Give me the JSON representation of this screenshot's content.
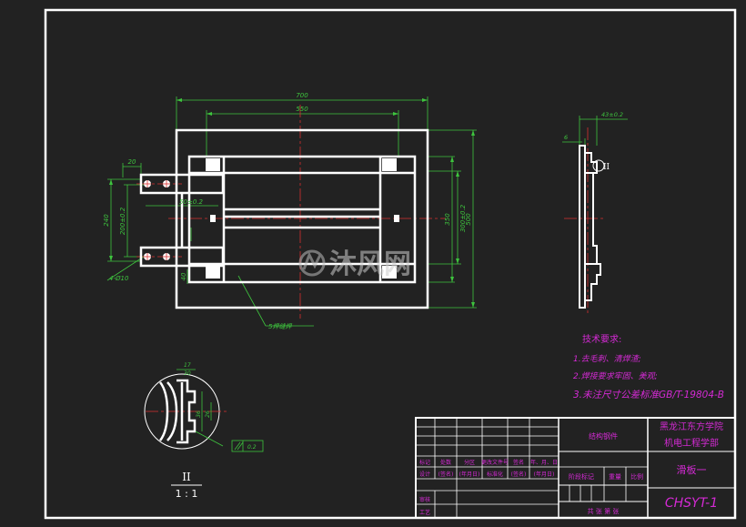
{
  "dimensions": {
    "overall_width": "700",
    "inner_width": "550",
    "left_offset": "20",
    "hole_spacing": "50±0.2",
    "outer_height": "500",
    "inner_height": "350",
    "slot_height": "300±0.2",
    "hole_span": "200±0.2",
    "left_height": "240",
    "bottom_gap": "40",
    "hole_callout": "4-Ø10",
    "weld_note": "5焊缝焊",
    "side_thickness": "43±0.2",
    "side_lip": "6",
    "detail_a": "17",
    "detail_b": "30",
    "detail_c": "36",
    "detail_d": "26",
    "tolerance_value": "0.2"
  },
  "view_labels": {
    "side_marker": "II",
    "detail_roman": "II",
    "detail_scale": "1 : 1"
  },
  "tech_requirements": {
    "title": "技术要求:",
    "items": [
      "1.去毛刺、清焊渣;",
      "2.焊接要求牢固、美观;",
      "3.未注尺寸公差标准GB/T-19804-B"
    ]
  },
  "title_block": {
    "material": "结构钢件",
    "school": "黑龙江东方学院",
    "department": "机电工程学部",
    "part_name": "滑板一",
    "drawing_no": "CHSYT-1",
    "row_labels_1": [
      "标记",
      "处数",
      "分区",
      "更改文件号",
      "签名",
      "年、月、日"
    ],
    "row_labels_2": [
      "设计",
      "(签名)",
      "(年月日)",
      "标准化",
      "(签名)",
      "(年月日)"
    ],
    "stage_mark": "阶段标记",
    "weight": "重量",
    "scale": "比例",
    "review": "审核",
    "process": "工艺",
    "sheet_info": "共    张    第    张"
  },
  "watermark": {
    "text": "沐风网"
  }
}
